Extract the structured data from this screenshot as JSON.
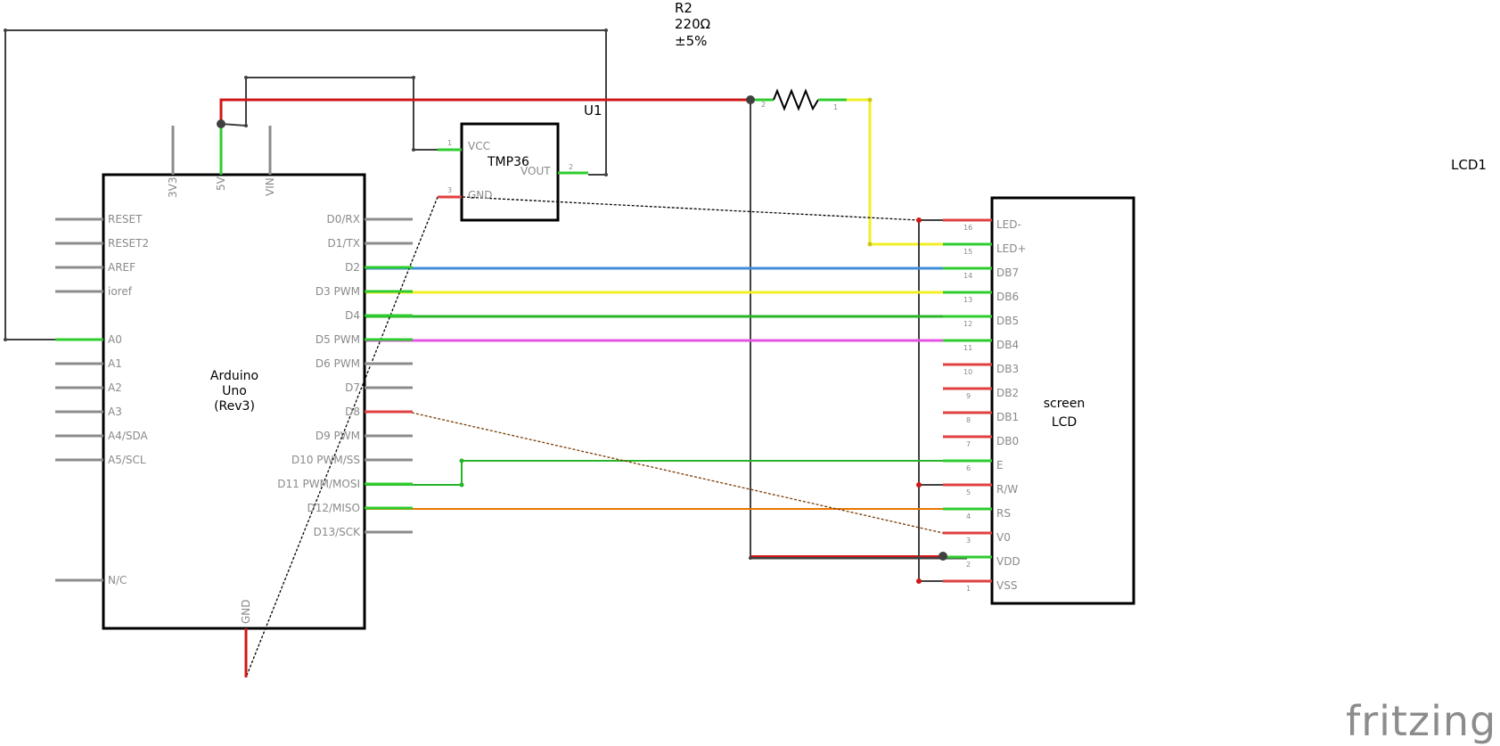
{
  "logo": {
    "text": "fritzing"
  },
  "parts": {
    "resistor": {
      "ref": "R2",
      "value": "220Ω",
      "tolerance": "±5%",
      "pin1": "1",
      "pin2": "2"
    },
    "sensor": {
      "ref": "U1",
      "name": "TMP36",
      "pins": {
        "vcc": "VCC",
        "vout": "VOUT",
        "gnd": "GND"
      },
      "pin_nums": {
        "vcc": "1",
        "vout": "2",
        "gnd": "3"
      }
    },
    "arduino": {
      "name_line1": "Arduino",
      "name_line2": "Uno",
      "name_line3": "(Rev3)",
      "top_pins": [
        "3V3",
        "5V",
        "VIN"
      ],
      "bottom_pin": "GND",
      "left_pins": [
        "RESET",
        "RESET2",
        "AREF",
        "ioref",
        "A0",
        "A1",
        "A2",
        "A3",
        "A4/SDA",
        "A5/SCL",
        "N/C"
      ],
      "right_pins": [
        "D0/RX",
        "D1/TX",
        "D2",
        "D3 PWM",
        "D4",
        "D5 PWM",
        "D6 PWM",
        "D7",
        "D8",
        "D9 PWM",
        "D10 PWM/SS",
        "D11 PWM/MOSI",
        "D12/MISO",
        "D13/SCK"
      ]
    },
    "lcd": {
      "ref": "LCD1",
      "name_line1": "screen",
      "name_line2": "LCD",
      "pins": [
        "LED-",
        "LED+",
        "DB7",
        "DB6",
        "DB5",
        "DB4",
        "DB3",
        "DB2",
        "DB1",
        "DB0",
        "E",
        "R/W",
        "RS",
        "V0",
        "VDD",
        "VSS"
      ],
      "pin_nums": [
        "16",
        "15",
        "14",
        "13",
        "12",
        "11",
        "10",
        "9",
        "8",
        "7",
        "6",
        "5",
        "4",
        "3",
        "2",
        "1"
      ]
    }
  },
  "colors": {
    "wire_power": "#d01717",
    "wire_dark": "#404040",
    "wire_green": "#26b526",
    "wire_blue": "#418dd9",
    "wire_yellow": "#f2ef24",
    "wire_magenta": "#e553e5",
    "wire_orange": "#e87500",
    "wire_ratsnest": "#7a3a00",
    "pin_gray": "#8c8c8c",
    "pin_green": "#2fcc2f",
    "pin_red": "#e04040",
    "body_outline": "#000000",
    "logo": "#8c8c8c"
  }
}
